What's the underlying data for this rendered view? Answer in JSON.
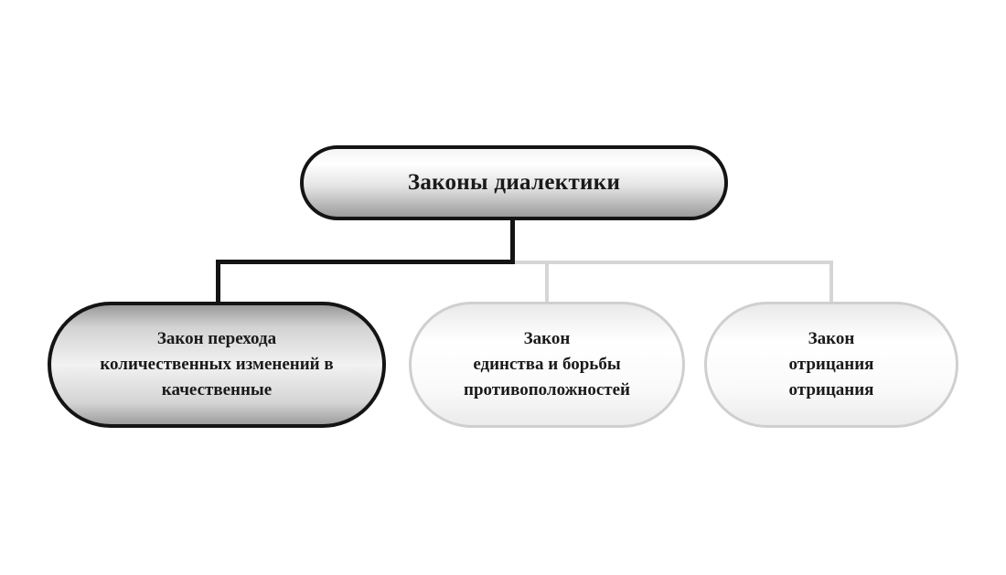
{
  "diagram": {
    "root": {
      "label": "Законы диалектики"
    },
    "children": [
      {
        "lines": [
          "Закон перехода",
          "количественных изменений в",
          "качественные"
        ]
      },
      {
        "lines": [
          "Закон",
          "единства и борьбы",
          "противоположностей"
        ]
      },
      {
        "lines": [
          "Закон",
          "отрицания",
          "отрицания"
        ]
      }
    ]
  }
}
